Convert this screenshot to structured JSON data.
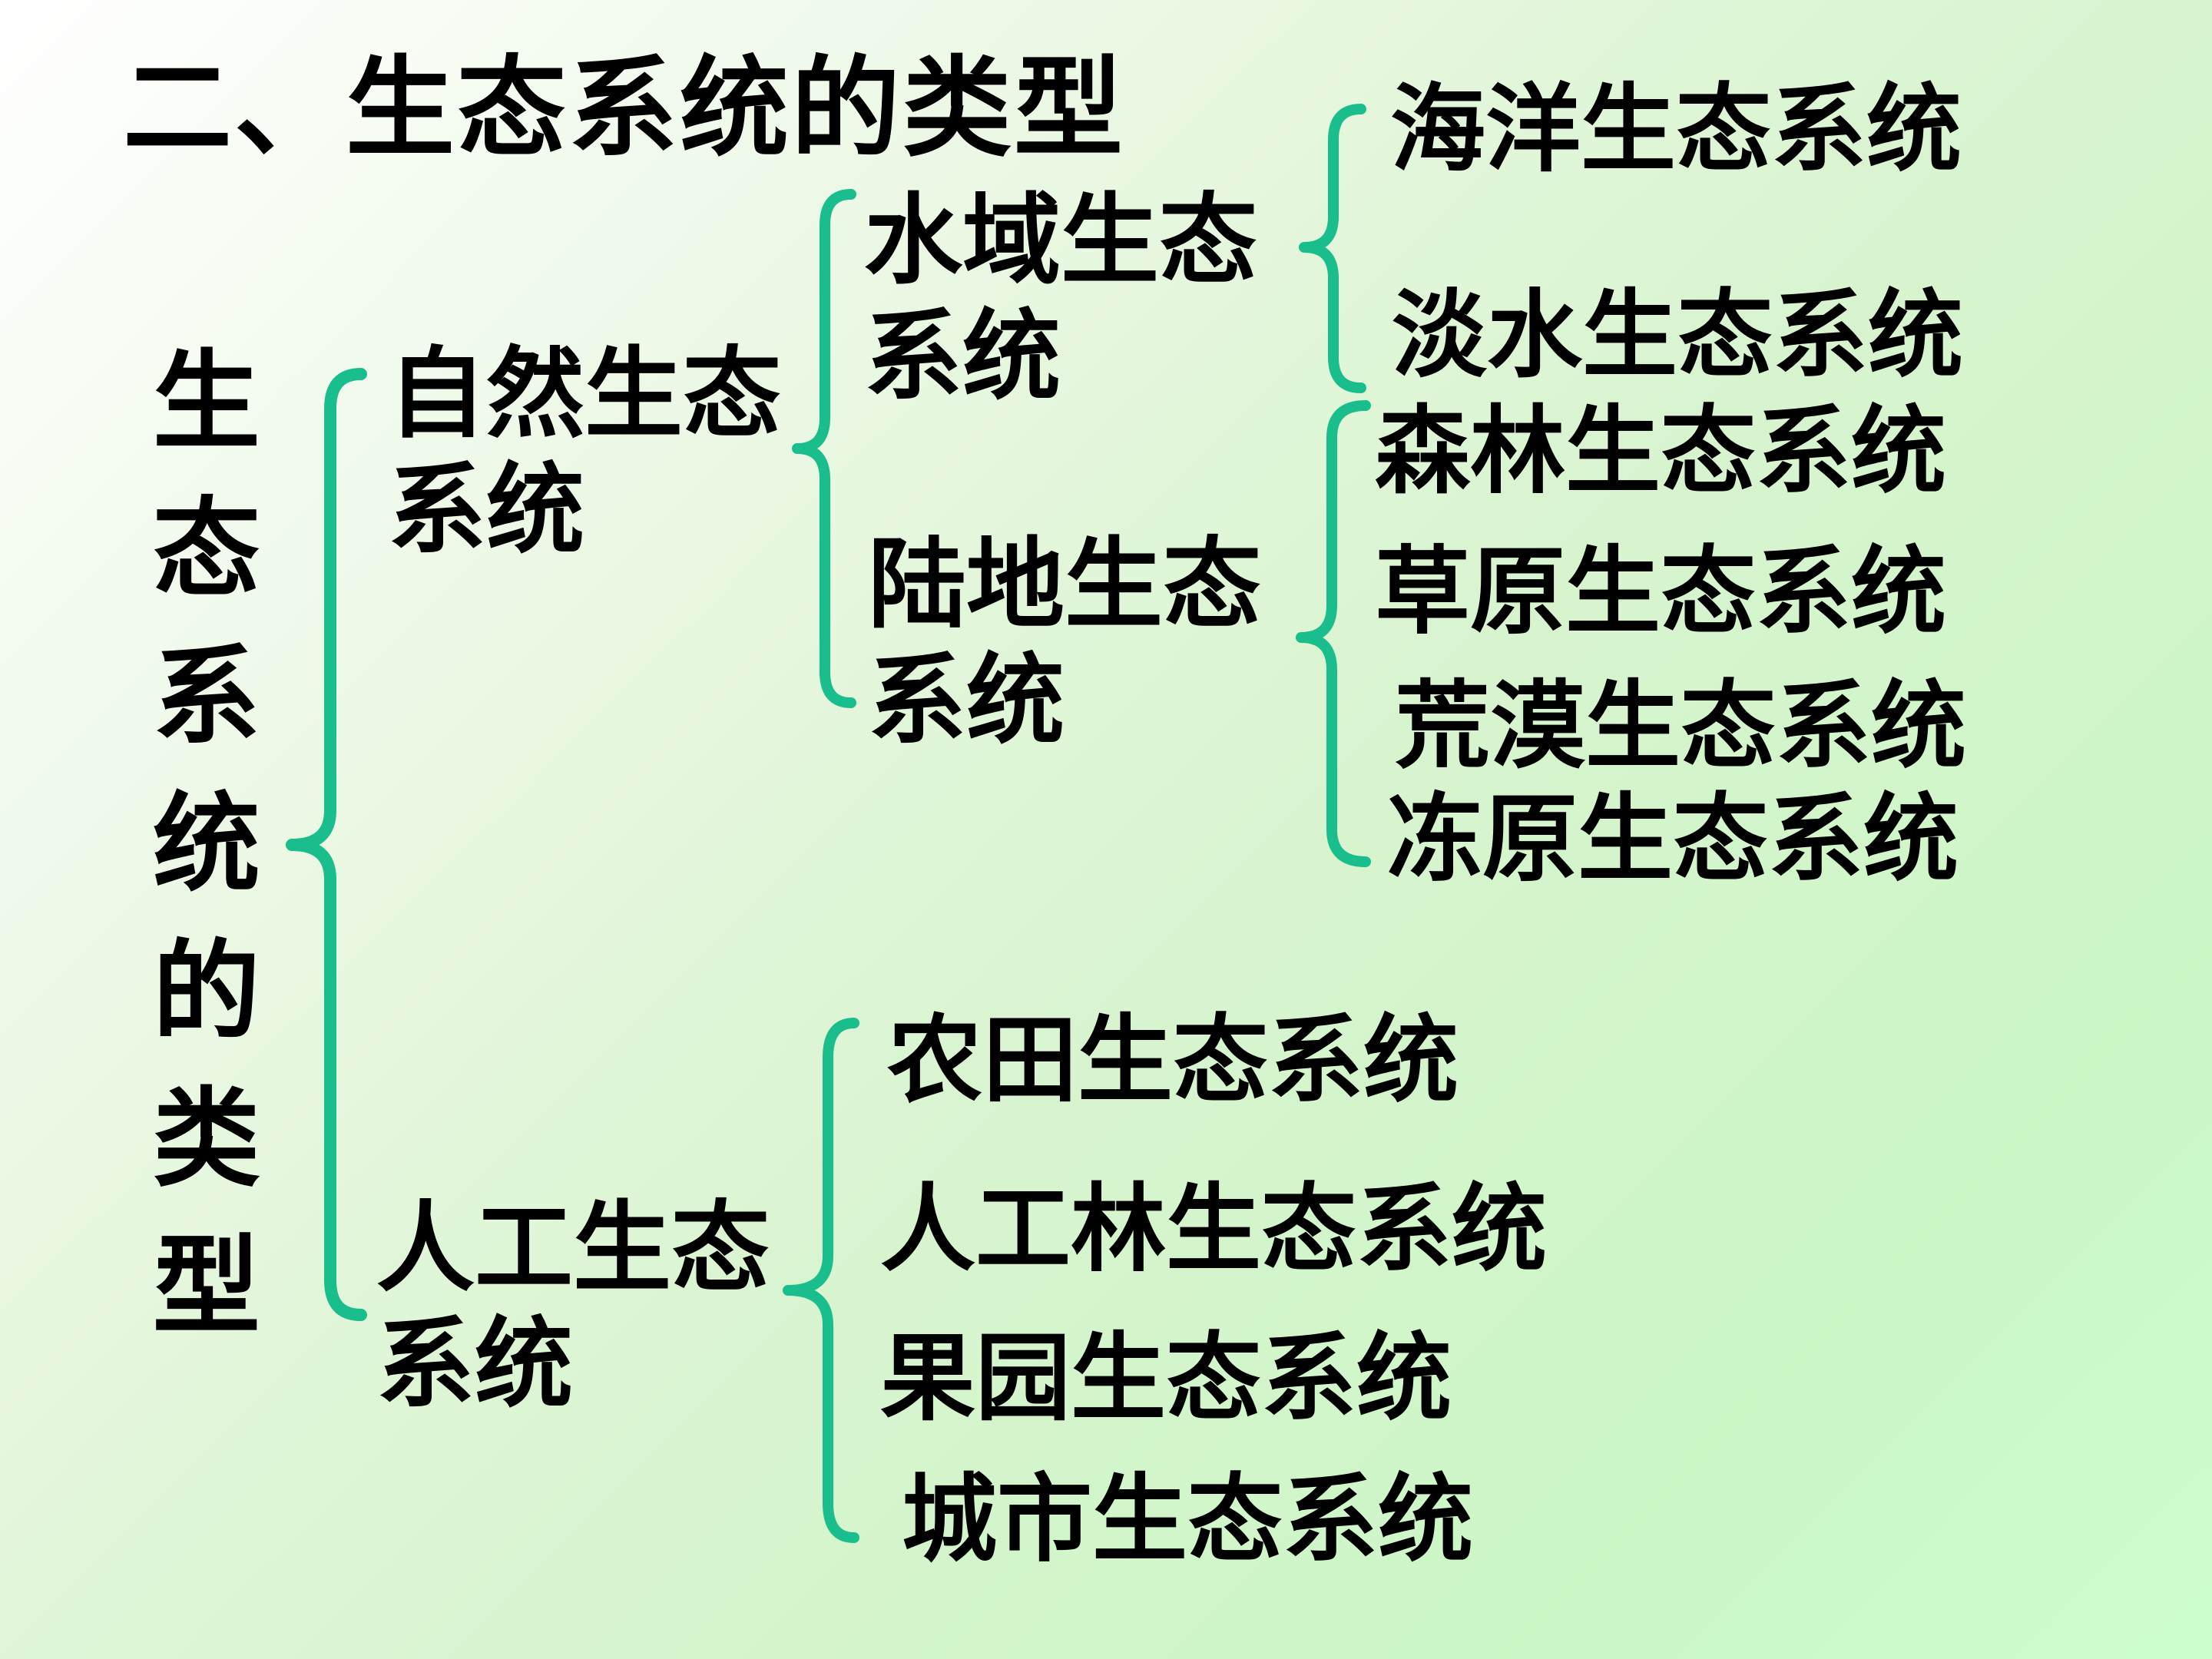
{
  "slide": {
    "title": "二、生态系统的类型"
  },
  "diagram": {
    "root_label": "生态系统的类型",
    "natural_label": "自然生态系统",
    "artificial_label": "人工生态系统",
    "aquatic_label": "水域生态系统",
    "terrestrial_label": "陆地生态系统",
    "aquatic_items": [
      "海洋生态系统",
      "淡水生态系统"
    ],
    "terrestrial_items": [
      "森林生态系统",
      "草原生态系统",
      "荒漠生态系统",
      "冻原生态系统"
    ],
    "artificial_items": [
      "农田生态系统",
      "人工林生态系统",
      "果园生态系统",
      "城市生态系统"
    ]
  },
  "colors": {
    "brace_green": "#1ABE8C",
    "text_black": "#000000",
    "bg_top_left": "#ffffff",
    "bg_bottom_right": "#cdfccd"
  }
}
